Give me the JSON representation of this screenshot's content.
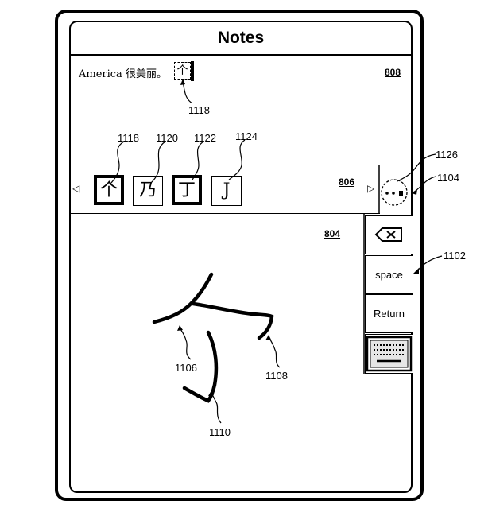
{
  "app": {
    "title": "Notes"
  },
  "note": {
    "text": "America 很美丽。",
    "pending_char": "个",
    "area_ref": "808"
  },
  "candidates": {
    "area_ref": "806",
    "items": [
      "个",
      "乃",
      "丁",
      "J"
    ],
    "labels": [
      "1118",
      "1120",
      "1122",
      "1124"
    ]
  },
  "handwriting": {
    "area_ref": "804",
    "stroke_labels": [
      "1106",
      "1108",
      "1110"
    ]
  },
  "keys": {
    "space_label": "space",
    "return_label": "Return"
  },
  "refs": {
    "pending": "1118",
    "more_button": "1126",
    "more_button_alt": "1104",
    "keypad": "1102"
  }
}
